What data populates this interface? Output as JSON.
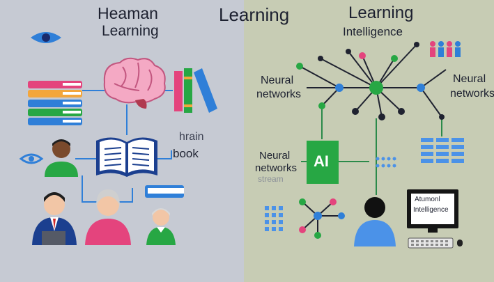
{
  "left": {
    "title_line1": "Heaman",
    "title_line2": "Learning",
    "label_brain": "hrain",
    "label_book": "book"
  },
  "center": {
    "title": "Learning"
  },
  "right": {
    "title_line1": "Learning",
    "title_line2": "Intelligence",
    "neural_left_1": "Neural",
    "neural_left_2": "networks",
    "neural_right_1": "Neural",
    "neural_right_2": "networks",
    "neural_mid_1": "Neural",
    "neural_mid_2": "networks",
    "neural_mid_3": "stream",
    "ai_label": "AI",
    "monitor_line1": "Atumonl",
    "monitor_line2": "Intelligence"
  },
  "colors": {
    "left_bg": "#c6cad3",
    "right_bg": "#c7ccb4",
    "accent_blue": "#2f7fd8",
    "accent_green": "#27a744",
    "accent_pink": "#e4447d"
  }
}
